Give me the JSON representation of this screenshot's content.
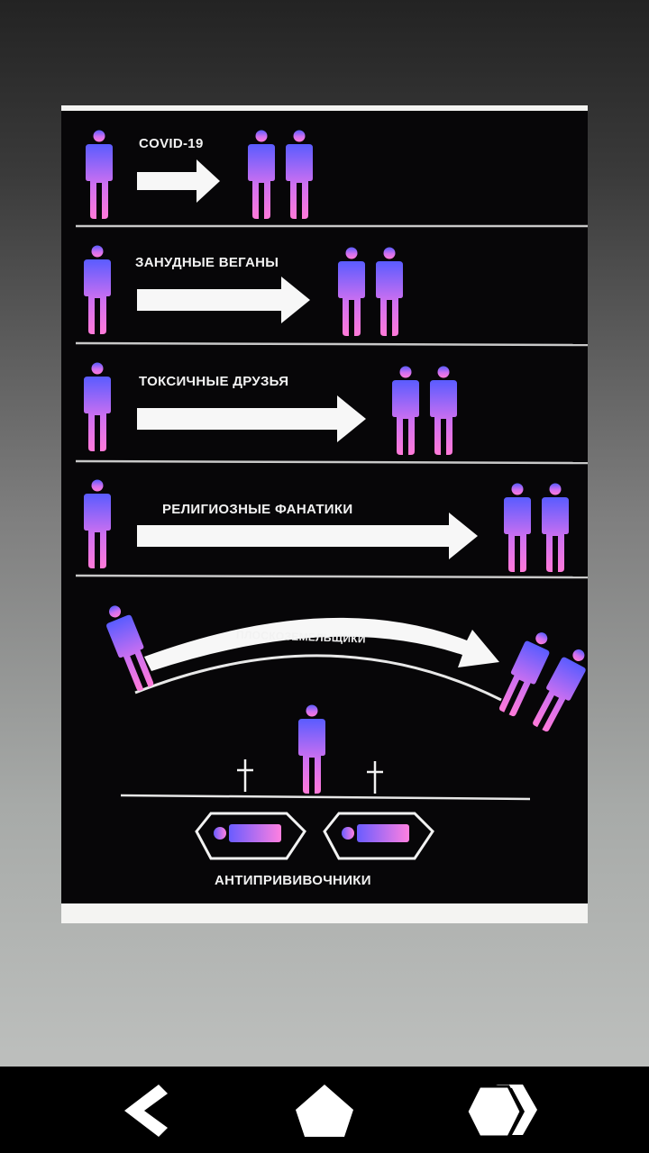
{
  "infographic": {
    "rows": [
      {
        "label": "COVID-19"
      },
      {
        "label": "ЗАНУДНЫЕ ВЕГАНЫ"
      },
      {
        "label": "ТОКСИЧНЫЕ ДРУЗЬЯ"
      },
      {
        "label": "РЕЛИГИОЗНЫЕ ФАНАТИКИ"
      },
      {
        "label": "ПЛОСКОЗЕМЕЛЬЩИКИ"
      }
    ],
    "footer_label": "АНТИПРИВИВОЧНИКИ",
    "colors": {
      "figure_top": "#5a5cff",
      "figure_bottom": "#ff7ad9",
      "panel": "#070608"
    }
  },
  "navbar": {
    "back": {
      "icon": "chevron-left-icon"
    },
    "home": {
      "icon": "home-icon"
    },
    "recents": {
      "icon": "overview-icon"
    }
  }
}
